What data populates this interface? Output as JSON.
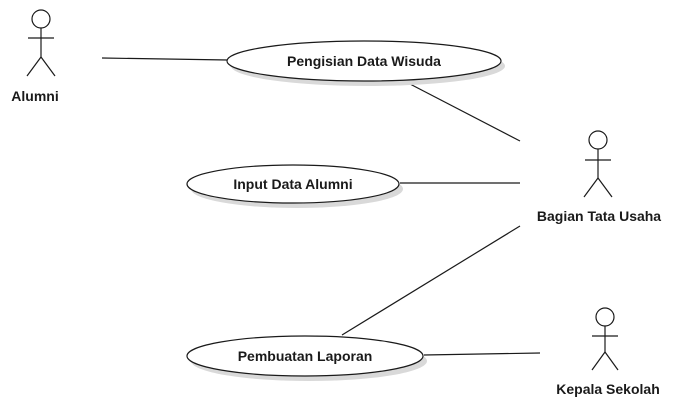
{
  "actors": [
    {
      "id": "alumni",
      "label": "Alumni"
    },
    {
      "id": "bagian-tata-usaha",
      "label": "Bagian Tata Usaha"
    },
    {
      "id": "kepala-sekolah",
      "label": "Kepala Sekolah"
    }
  ],
  "use_cases": [
    {
      "id": "pengisian-data-wisuda",
      "label": "Pengisian Data Wisuda"
    },
    {
      "id": "input-data-alumni",
      "label": "Input Data Alumni"
    },
    {
      "id": "pembuatan-laporan",
      "label": "Pembuatan Laporan"
    }
  ],
  "associations": [
    {
      "from": "alumni",
      "to": "pengisian-data-wisuda"
    },
    {
      "from": "pengisian-data-wisuda",
      "to": "bagian-tata-usaha"
    },
    {
      "from": "input-data-alumni",
      "to": "bagian-tata-usaha"
    },
    {
      "from": "pembuatan-laporan",
      "to": "bagian-tata-usaha"
    },
    {
      "from": "pembuatan-laporan",
      "to": "kepala-sekolah"
    }
  ],
  "colors": {
    "stroke": "#1a1a1a",
    "shadow": "#d9d9d9",
    "fill": "#ffffff"
  }
}
